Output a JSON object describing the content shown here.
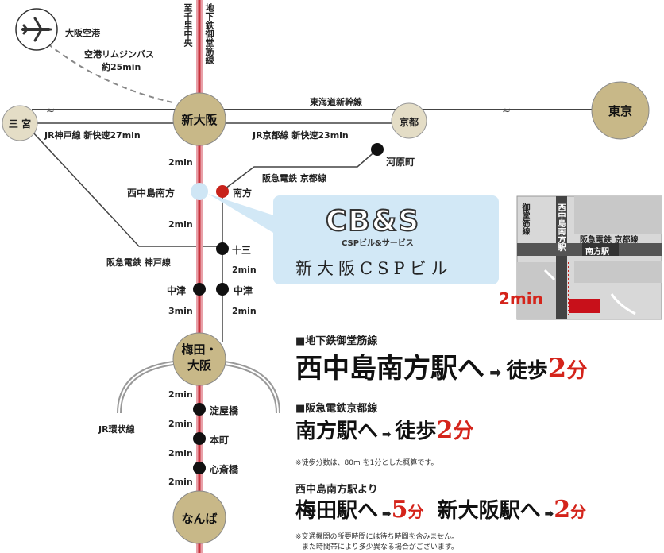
{
  "airport": {
    "name": "大阪空港",
    "bus": "空港リムジンバス",
    "bus_time": "約25min"
  },
  "subway_line_vertical": "地下鉄御堂筋線",
  "north_terminal_vertical": "至千里中央",
  "shinkansen": "東海道新幹線",
  "jr_kobe": "JR神戸線 新快速27min",
  "jr_kyoto": "JR京都線 新快速23min",
  "hankyu_kyoto": "阪急電鉄 京都線",
  "hankyu_kobe": "阪急電鉄 神戸線",
  "jr_loop": "JR環状線",
  "stations": {
    "sannomiya": "三 宮",
    "shin_osaka": "新大阪",
    "kyoto": "京都",
    "tokyo": "東京",
    "kawaramachi": "河原町",
    "nishinakajima": "西中島南方",
    "minamikata": "南方",
    "juso": "十三",
    "nakatsu_left": "中津",
    "nakatsu_right": "中津",
    "umeda": "梅田・大阪",
    "yodoyabashi": "淀屋橋",
    "honmachi": "本町",
    "shinsaibashi": "心斎橋",
    "namba": "なんば"
  },
  "times": {
    "shin_osaka_to_nishinakajima": "2min",
    "nishinakajima_to_nakatsu": "2min",
    "juso_to_nakatsu": "2min",
    "nakatsu_to_umeda_left": "3min",
    "nakatsu_to_umeda_right": "2min",
    "umeda_to_yodoyabashi": "2min",
    "yodoyabashi_to_honmachi": "2min",
    "honmachi_to_shinsaibashi": "2min",
    "shinsaibashi_to_namba": "2min"
  },
  "callout": {
    "logo": "CB&S",
    "logo_sub": "CSPビル&サービス",
    "building": "新大阪CSPビル"
  },
  "inset": {
    "subway_vertical": "御堂筋線",
    "station_vertical": "西中島南方駅",
    "hankyu": "阪急電鉄 京都線",
    "minamikata": "南方駅",
    "walk_time": "2min"
  },
  "access": {
    "line1": "■地下鉄御堂筋線",
    "stn1": "西中島南方駅へ",
    "walk1_label": "徒歩",
    "walk1_num": "2",
    "walk1_unit": "分",
    "line2": "■阪急電鉄京都線",
    "stn2": "南方駅へ",
    "walk2_label": "徒歩",
    "walk2_num": "2",
    "walk2_unit": "分",
    "note1": "※徒歩分数は、80m を1分とした概算です。",
    "from": "西中島南方駅より",
    "dest1": "梅田駅へ",
    "dest1_num": "5",
    "dest1_unit": "分",
    "dest2": "新大阪駅へ",
    "dest2_num": "2",
    "dest2_unit": "分",
    "note2a": "※交通機関の所要時間には待ち時間を含みません。",
    "note2b": "また時間帯により多少異なる場合がございます。"
  },
  "colors": {
    "subway": "#e8a0a8",
    "subway_core": "#c8323c",
    "station_gold": "#c8b888",
    "accent_red": "#d4241b",
    "callout_bg": "#d2e8f6"
  }
}
